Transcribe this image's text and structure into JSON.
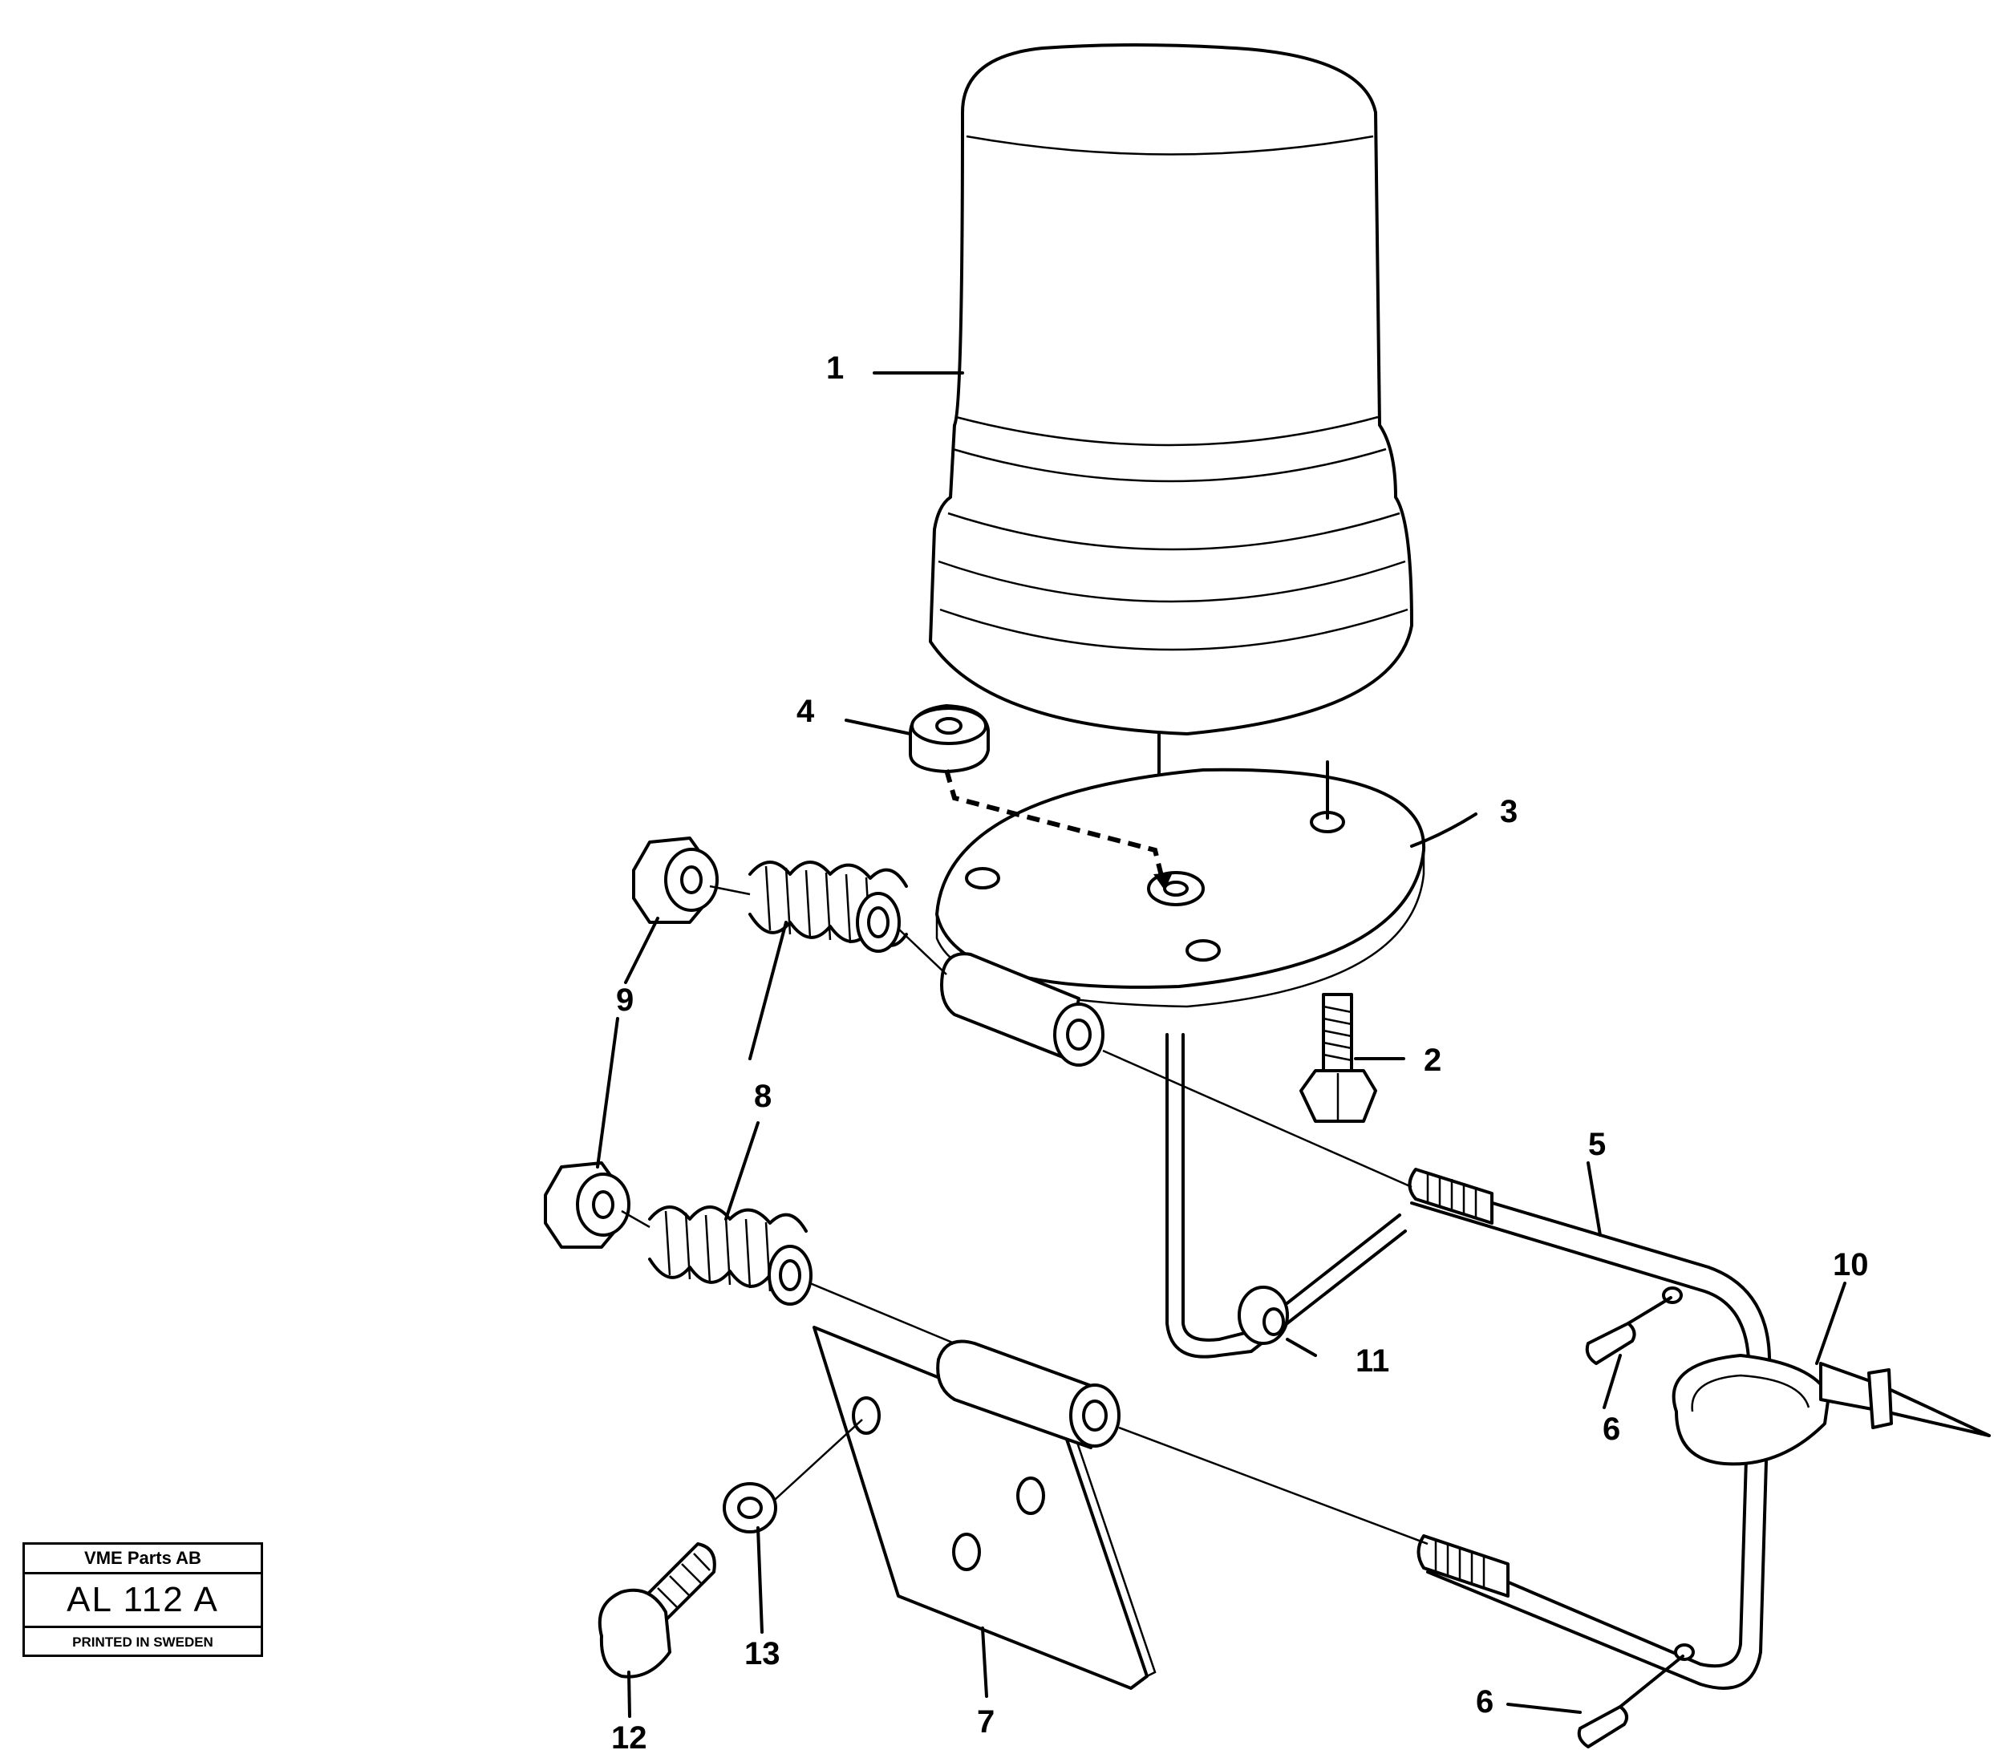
{
  "diagram": {
    "callouts": [
      "1",
      "2",
      "3",
      "4",
      "5",
      "6",
      "6",
      "7",
      "8",
      "9",
      "10",
      "11",
      "12",
      "13"
    ]
  },
  "title_block": {
    "company": "VME Parts AB",
    "code": "AL 112 A",
    "printed": "PRINTED IN SWEDEN"
  }
}
